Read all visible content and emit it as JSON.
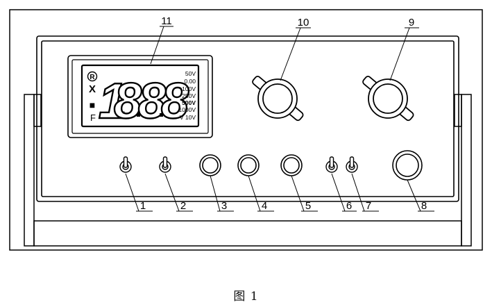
{
  "figure": {
    "caption": "图 1",
    "display": {
      "reading": "1.8.8.8",
      "digits": [
        "1",
        "8",
        "8",
        "8"
      ],
      "left_symbols": [
        "R",
        "X",
        "■",
        "F"
      ],
      "range_labels": [
        "50V",
        "0.00",
        "100V",
        "250V",
        "500V",
        "1000V",
        "V 10V"
      ]
    },
    "callouts": [
      {
        "id": "1",
        "label": "1"
      },
      {
        "id": "2",
        "label": "2"
      },
      {
        "id": "3",
        "label": "3"
      },
      {
        "id": "4",
        "label": "4"
      },
      {
        "id": "5",
        "label": "5"
      },
      {
        "id": "6",
        "label": "6"
      },
      {
        "id": "7",
        "label": "7"
      },
      {
        "id": "8",
        "label": "8"
      },
      {
        "id": "9",
        "label": "9"
      },
      {
        "id": "10",
        "label": "10"
      },
      {
        "id": "11",
        "label": "11"
      }
    ],
    "components": {
      "toggle_switches": [
        "1",
        "2",
        "6",
        "7"
      ],
      "round_sockets": [
        "3",
        "4",
        "5"
      ],
      "large_socket": "8",
      "rotary_knobs": [
        "9",
        "10"
      ],
      "lcd_display": "11"
    }
  }
}
